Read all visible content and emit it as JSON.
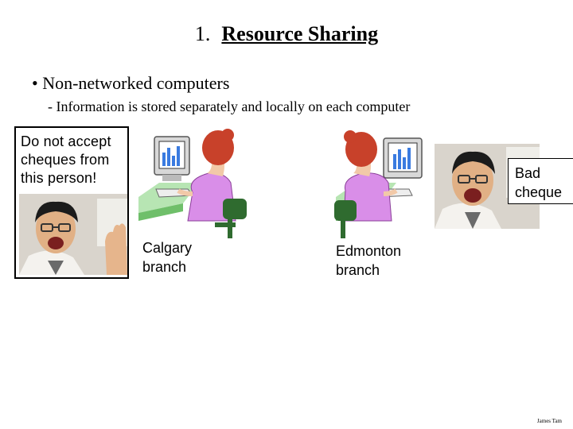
{
  "slide": {
    "title_number": "1.",
    "title_text": "Resource Sharing",
    "bullet1": "• Non-networked computers",
    "bullet2": "- Information is stored separately and locally on each computer",
    "warning_line1": "Do not accept",
    "warning_line2": "cheques from",
    "warning_line3": "this person!",
    "bad_cheque_line1": "Bad",
    "bad_cheque_line2": "cheque",
    "calgary_line1": "Calgary",
    "calgary_line2": "branch",
    "edmonton_line1": "Edmonton",
    "edmonton_line2": "branch",
    "footer": "James Tam"
  },
  "colors": {
    "skin": "#f2c9a8",
    "hair": "#c8412a",
    "shirt": "#d98ee8",
    "chair": "#2f6b2f",
    "desk": "#b7e5b3",
    "monitor": "#d8d8d8",
    "screen": "#3a7be0"
  },
  "icons": [
    "worker-at-computer-illustration",
    "man-waving-photo"
  ]
}
